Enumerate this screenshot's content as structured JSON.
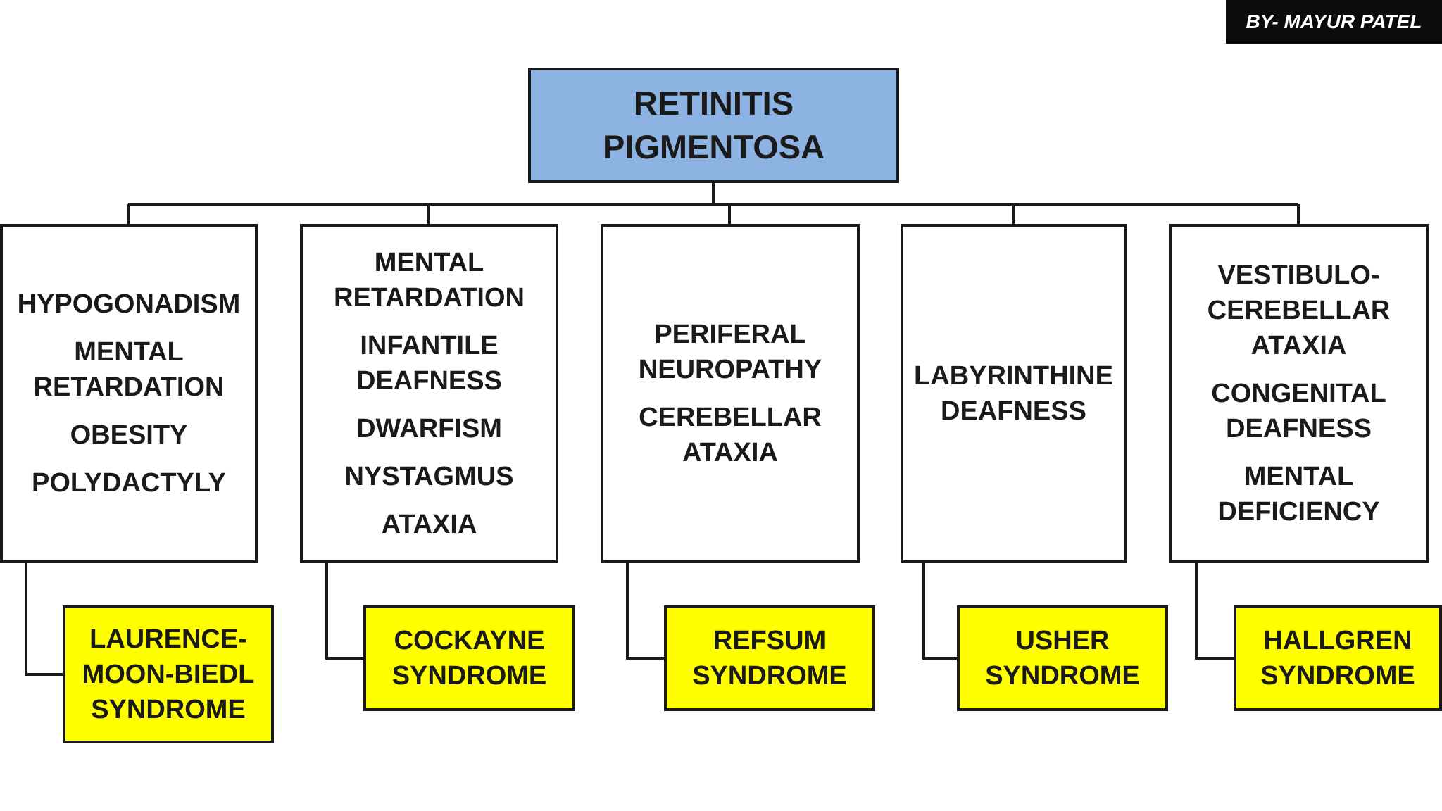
{
  "author": "BY- MAYUR PATEL",
  "root": {
    "label": "RETINITIS\nPIGMENTOSA",
    "color": "#8db3e2"
  },
  "syndrome_color": "#ffff00",
  "branches": [
    {
      "features": [
        "HYPOGONADISM",
        "MENTAL\nRETARDATION",
        "OBESITY",
        "POLYDACTYLY"
      ],
      "syndrome": "LAURENCE-\nMOON-BIEDL\nSYNDROME"
    },
    {
      "features": [
        "MENTAL\nRETARDATION",
        "INFANTILE\nDEAFNESS",
        "DWARFISM",
        "NYSTAGMUS",
        "ATAXIA"
      ],
      "syndrome": "COCKAYNE\nSYNDROME"
    },
    {
      "features": [
        "PERIFERAL\nNEUROPATHY",
        "CEREBELLAR\nATAXIA"
      ],
      "syndrome": "REFSUM\nSYNDROME"
    },
    {
      "features": [
        "LABYRINTHINE\nDEAFNESS"
      ],
      "syndrome": "USHER\nSYNDROME"
    },
    {
      "features": [
        "VESTIBULO-\nCEREBELLAR\nATAXIA",
        "CONGENITAL\nDEAFNESS",
        "MENTAL\nDEFICIENCY"
      ],
      "syndrome": "HALLGREN\nSYNDROME"
    }
  ]
}
